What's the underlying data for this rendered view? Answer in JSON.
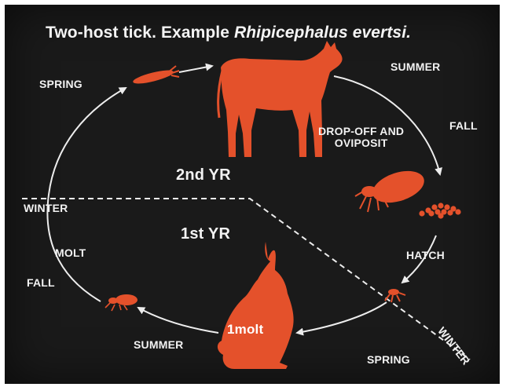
{
  "title": {
    "prefix": "Two-host tick.  Example ",
    "species": "Rhipicephalus evertsi."
  },
  "labels": {
    "spring_top": "SPRING",
    "summer_top": "SUMMER",
    "fall_right": "FALL",
    "dropoff": "DROP-OFF AND\nOVIPOSIT",
    "second_year": "2nd YR",
    "winter_left": "WINTER",
    "first_year": "1st YR",
    "molt": "MOLT",
    "fall_left": "FALL",
    "hatch": "HATCH",
    "summer_bottom": "SUMMER",
    "host_molt": "1molt",
    "winter_right": "WINTER",
    "spring_bottom": "SPRING"
  },
  "colors": {
    "background": "#1a1a1a",
    "text": "#f2f2f2",
    "accent": "#e4512b"
  },
  "icons": {
    "host_large": "cow-silhouette",
    "host_small": "hare-silhouette",
    "stages": [
      "adult-tick",
      "engorged-female-tick",
      "egg-cluster",
      "larva-tick",
      "nymph-tick"
    ]
  }
}
